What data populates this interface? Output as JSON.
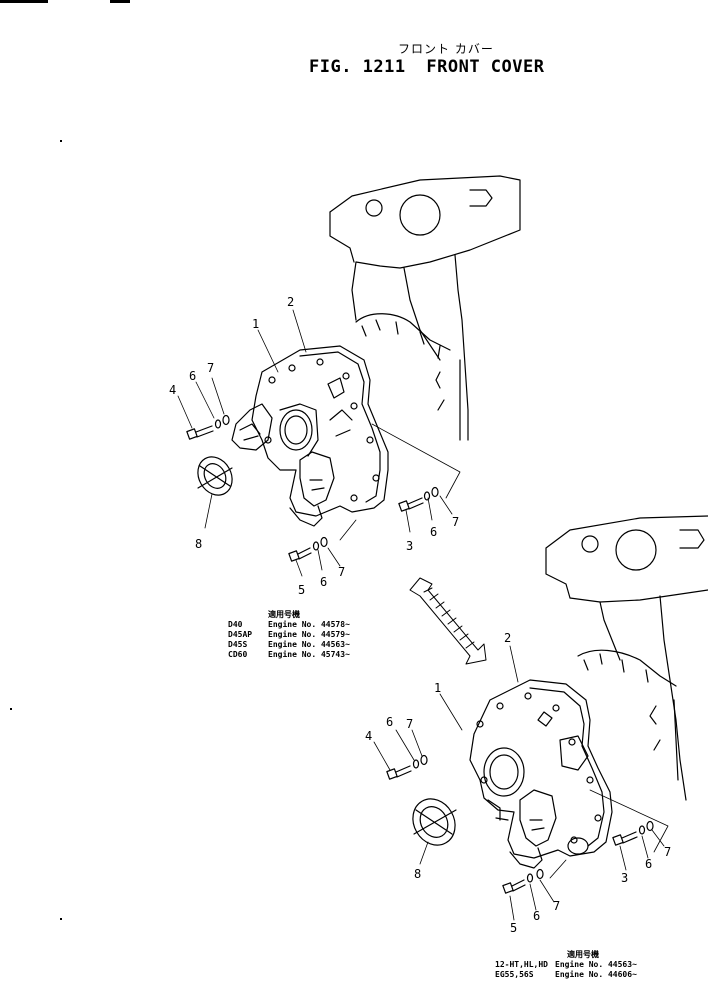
{
  "figure": {
    "title_jp": "フロント カバー",
    "fig_label": "FIG. 1211",
    "fig_title": "FRONT COVER"
  },
  "callouts_upper": [
    "1",
    "2",
    "3",
    "4",
    "5",
    "6",
    "6",
    "6",
    "7",
    "7",
    "7",
    "8"
  ],
  "callouts_lower": [
    "1",
    "2",
    "3",
    "4",
    "5",
    "6",
    "6",
    "6",
    "7",
    "7",
    "7",
    "8"
  ],
  "applicability_upper": {
    "header": "適用号機",
    "rows": [
      {
        "model": "D40",
        "serial": "Engine No. 44578~"
      },
      {
        "model": "D45AP",
        "serial": "Engine No. 44579~"
      },
      {
        "model": "D45S",
        "serial": "Engine No. 44563~"
      },
      {
        "model": "CD60",
        "serial": "Engine No. 45743~"
      }
    ]
  },
  "applicability_lower": {
    "header": "適用号機",
    "rows": [
      {
        "model": "12-HT,HL,HD",
        "serial": "Engine No. 44563~"
      },
      {
        "model": "EG55,56S",
        "serial": "Engine No. 44606~"
      }
    ]
  }
}
